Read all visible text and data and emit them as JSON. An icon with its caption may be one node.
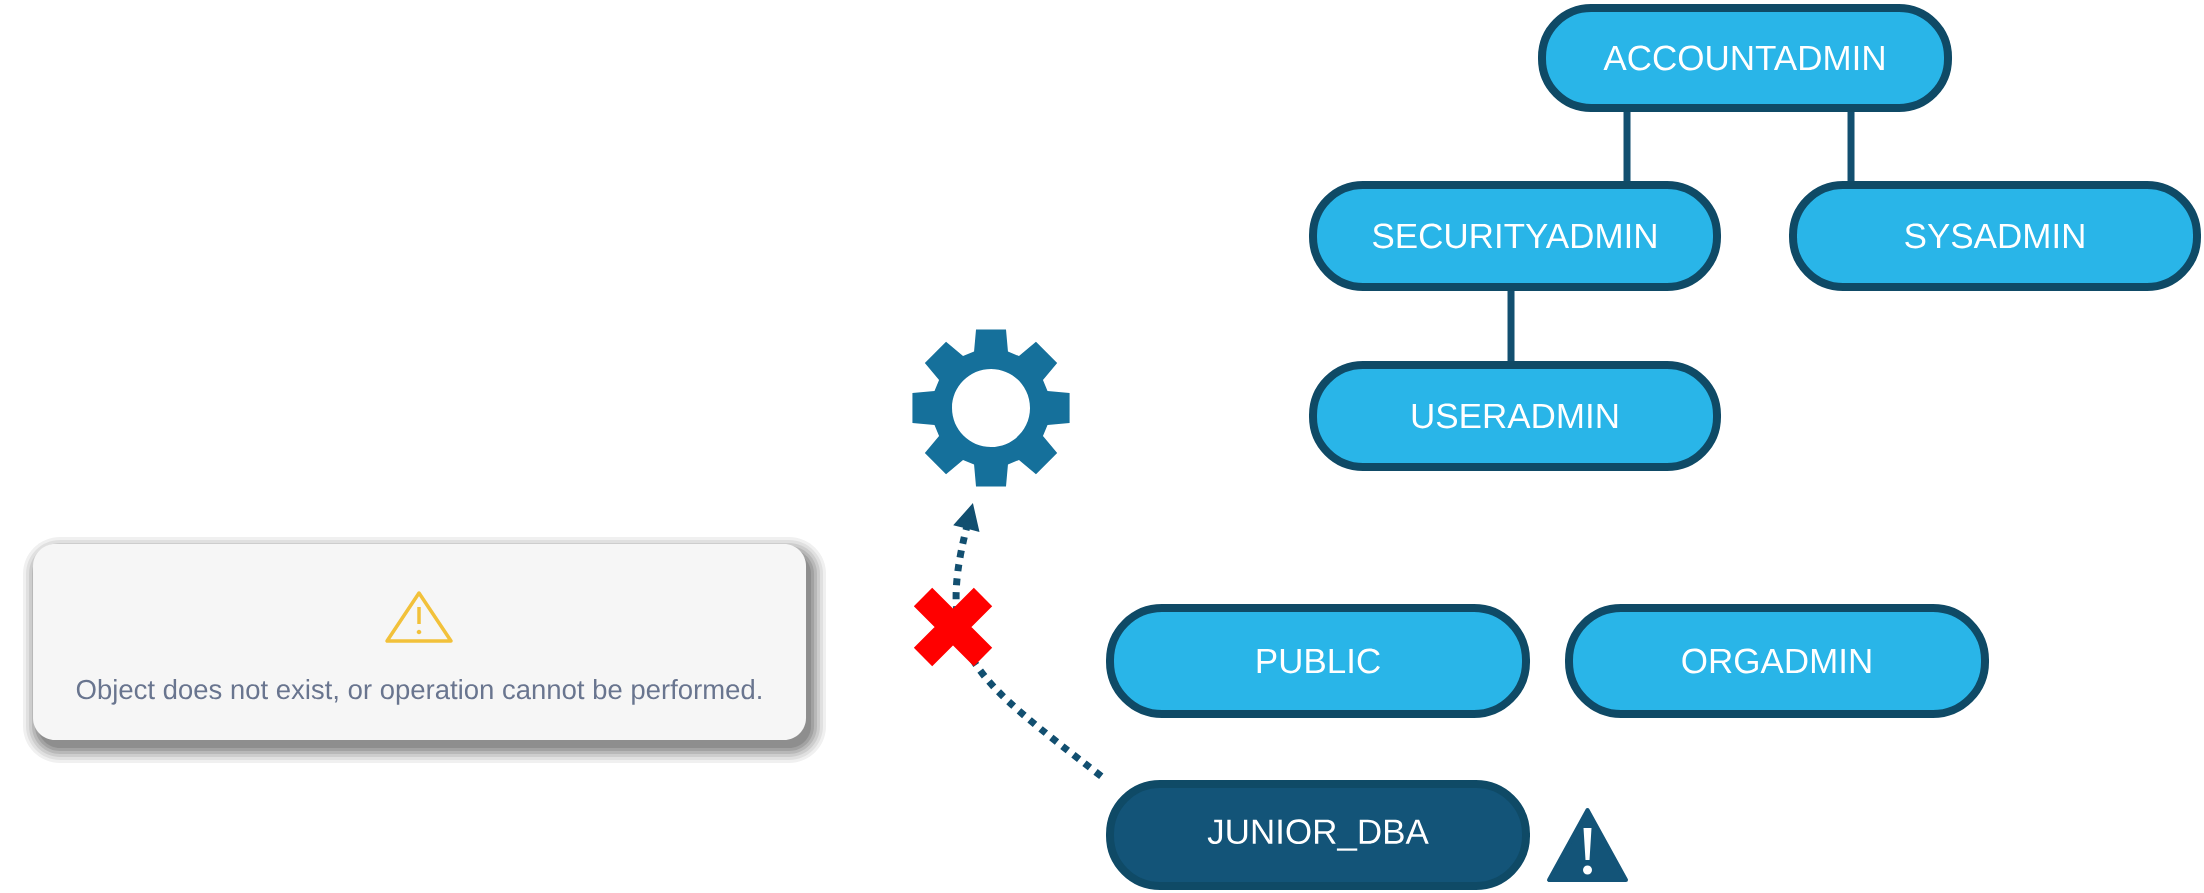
{
  "diagram": {
    "nodes": [
      {
        "text": [
          "ACCOUNTADMIN"
        ]
      },
      {
        "text": [
          "SECURITYADMIN"
        ]
      },
      {
        "text": [
          "SYSADMIN"
        ]
      },
      {
        "text": [
          "USERADMIN"
        ]
      },
      {
        "text": [],
        "shape": "gear"
      },
      {
        "text": [
          "Object does not exist, or operation cannot be performed."
        ]
      },
      {
        "text": [
          "PUBLIC"
        ]
      },
      {
        "text": [
          "ORGADMIN"
        ]
      },
      {
        "text": [
          "JUNIOR_DBA"
        ]
      }
    ],
    "edges": [
      {
        "from": 0,
        "to": 1,
        "arrow": "none"
      },
      {
        "from": 0,
        "to": 2,
        "arrow": "none"
      },
      {
        "from": 1,
        "to": 3,
        "arrow": "none"
      },
      {
        "from": 8,
        "to": 4,
        "arrow": "to",
        "style": "dashed"
      }
    ]
  }
}
